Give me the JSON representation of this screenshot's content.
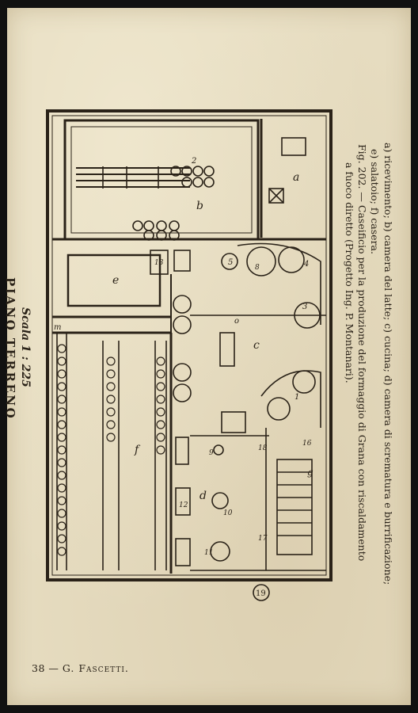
{
  "header": {
    "title": "PIANO TERRENO",
    "scale": "Scala 1 : 225"
  },
  "caption": {
    "line1": "Fig. 202. — Caseificio per la produzione del formaggio di Grana con riscaldamento",
    "line2": "a fuoco diretto (Progetto Ing. P. Montanari).",
    "line3": "a) ricevimento; b) camera del latte; c) cucina; d) camera di scrematura e burrificazione;",
    "line4": "e) salatoio; f) casera."
  },
  "labels": {
    "a": "a",
    "b": "b",
    "c": "c",
    "d": "d",
    "e": "e",
    "f": "f",
    "g": "g",
    "n1": "1",
    "n2": "2",
    "n3": "3",
    "n4": "4",
    "n5": "5",
    "n8": "8",
    "n9": "9",
    "n10": "10",
    "n11": "11",
    "n12": "12",
    "n13": "13",
    "n16": "16",
    "n17": "17",
    "n18": "18",
    "n19": "19",
    "o": "o",
    "m": "m"
  },
  "footer": {
    "page": "38",
    "dash": "—",
    "author": "G. Fascetti."
  }
}
